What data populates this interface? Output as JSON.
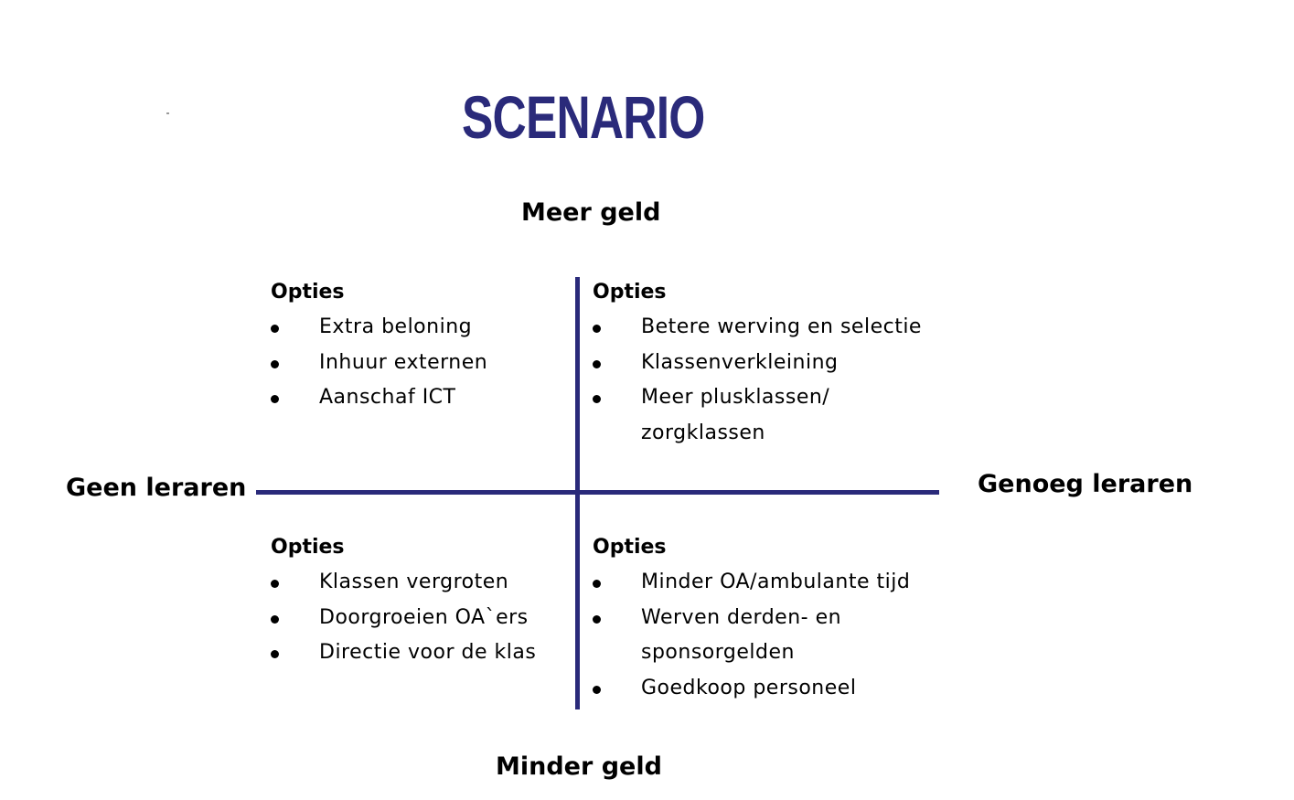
{
  "title": "SCENARIO",
  "colors": {
    "title": "#2a2a7a",
    "axis_line": "#2a2a7a",
    "text": "#000000",
    "bullet": "#000000"
  },
  "axes": {
    "top": "Meer geld",
    "bottom": "Minder geld",
    "left": "Geen leraren",
    "right": "Genoeg leraren"
  },
  "quadrants": {
    "top_left": {
      "heading": "Opties",
      "items": [
        "Extra beloning",
        "Inhuur externen",
        "Aanschaf ICT"
      ]
    },
    "top_right": {
      "heading": "Opties",
      "items": [
        "Betere werving en selectie",
        "Klassenverkleining",
        "Meer plusklassen/ zorgklassen"
      ]
    },
    "bottom_left": {
      "heading": "Opties",
      "items": [
        "Klassen vergroten",
        "Doorgroeien OA`ers",
        "Directie voor de klas"
      ]
    },
    "bottom_right": {
      "heading": "Opties",
      "items": [
        "Minder OA/ambulante tijd",
        "Werven derden- en sponsorgelden",
        "Goedkoop personeel"
      ]
    }
  }
}
